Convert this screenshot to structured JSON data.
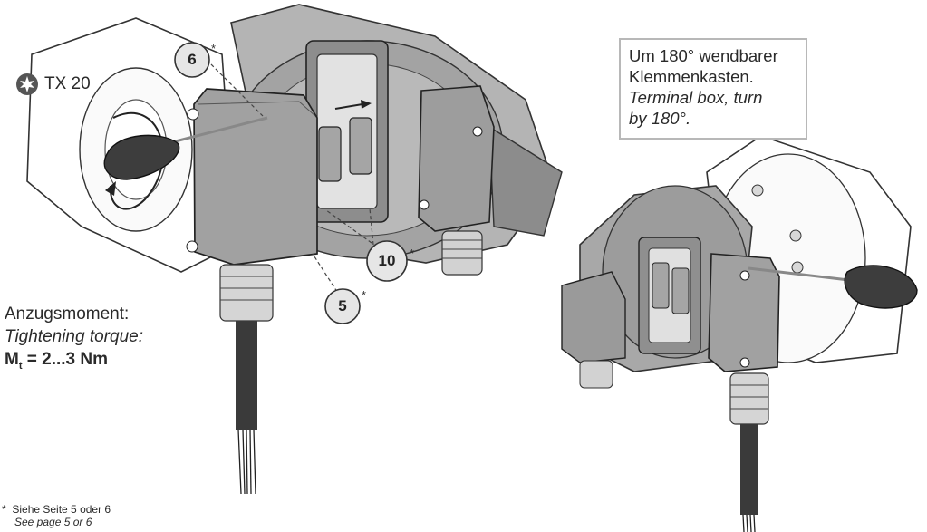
{
  "tool": {
    "icon": "torx-icon",
    "label": "TX 20"
  },
  "note": {
    "de_line1": "Um 180° wendbarer",
    "de_line2": "Klemmenkasten.",
    "en_line1": "Terminal box, turn",
    "en_line2": "by 180°."
  },
  "torque": {
    "de": "Anzugsmoment:",
    "en": "Tightening torque:",
    "symbol": "M",
    "subscript": "t",
    "value": " = 2...3 Nm"
  },
  "callouts": [
    {
      "number": "6",
      "mark": "*"
    },
    {
      "number": "10",
      "mark": "*"
    },
    {
      "number": "5",
      "mark": "*"
    }
  ],
  "footnote": {
    "mark": "*",
    "de": "Siehe Seite 5 oder 6",
    "en": "See page 5 or 6"
  },
  "colors": {
    "housing": "#9a9a9a",
    "housing_dark": "#6e6e6e",
    "callout_fill": "#e6e6e6",
    "box_border": "#b8b8b8"
  }
}
